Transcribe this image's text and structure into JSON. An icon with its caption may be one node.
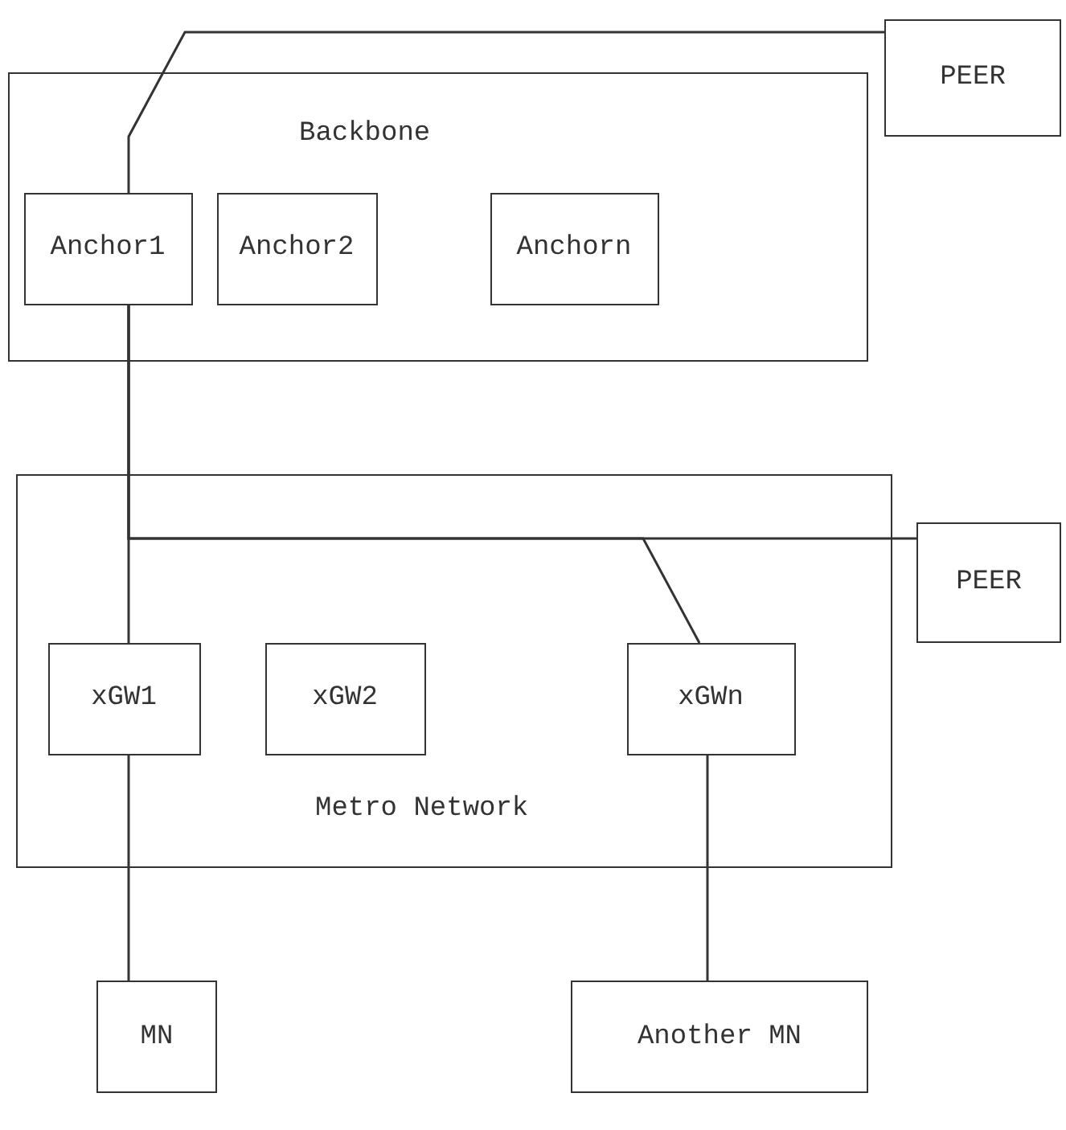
{
  "diagram": {
    "nodes": [
      {
        "text": [
          "Backbone"
        ]
      },
      {
        "text": [
          "Anchor1"
        ],
        "in": 0
      },
      {
        "text": [
          "Anchor2"
        ],
        "in": 0
      },
      {
        "text": [
          "Anchorn"
        ],
        "in": 0
      },
      {
        "text": [
          "PEER"
        ]
      },
      {
        "text": [
          "Metro Network"
        ]
      },
      {
        "text": [
          "xGW1"
        ],
        "in": 5
      },
      {
        "text": [
          "xGW2"
        ],
        "in": 5
      },
      {
        "text": [
          "xGWn"
        ],
        "in": 5
      },
      {
        "text": [
          "PEER"
        ]
      },
      {
        "text": [
          "MN"
        ]
      },
      {
        "text": [
          "Another MN"
        ]
      }
    ],
    "edges": [
      {
        "from": 1,
        "to": 4,
        "arrow": "none"
      },
      {
        "from": 1,
        "to": 6,
        "arrow": "none"
      },
      {
        "from": 1,
        "to": 8,
        "arrow": "none"
      },
      {
        "from": 1,
        "to": 9,
        "arrow": "none"
      },
      {
        "from": 6,
        "to": 10,
        "arrow": "none"
      },
      {
        "from": 8,
        "to": 11,
        "arrow": "none"
      }
    ]
  }
}
